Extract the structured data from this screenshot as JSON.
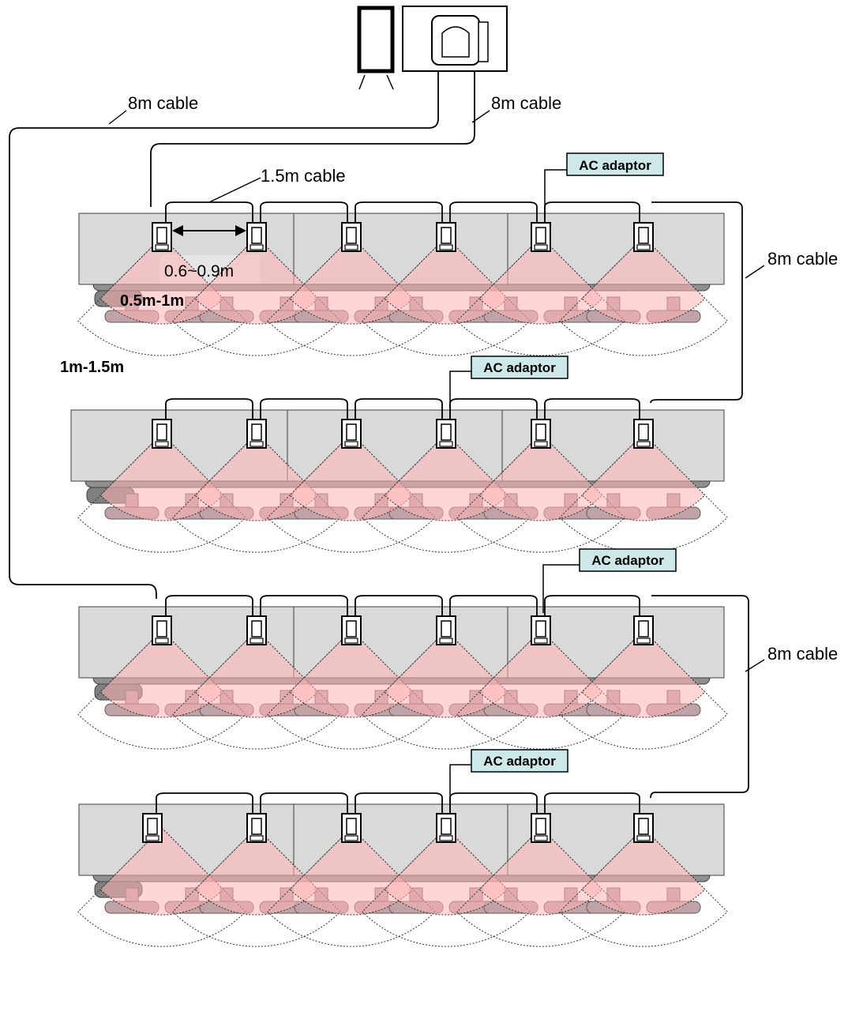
{
  "labels": {
    "cable_8m": "8m cable",
    "cable_1_5m": "1.5m cable",
    "ac_adaptor": "AC adaptor",
    "spacing": "0.6~0.9m",
    "inner_range": "0.5m-1m",
    "outer_range": "1m-1.5m"
  },
  "colors": {
    "desk_fill": "#d9d9d9",
    "desk_stroke": "#404040",
    "coverage_fill": "#ffb3b3",
    "chair_fill": "#bfa3a6",
    "adaptor_fill": "#cce8e8",
    "line": "#000000"
  },
  "rows": 4,
  "devices_per_row": 6,
  "ac_adaptor_count": 4
}
